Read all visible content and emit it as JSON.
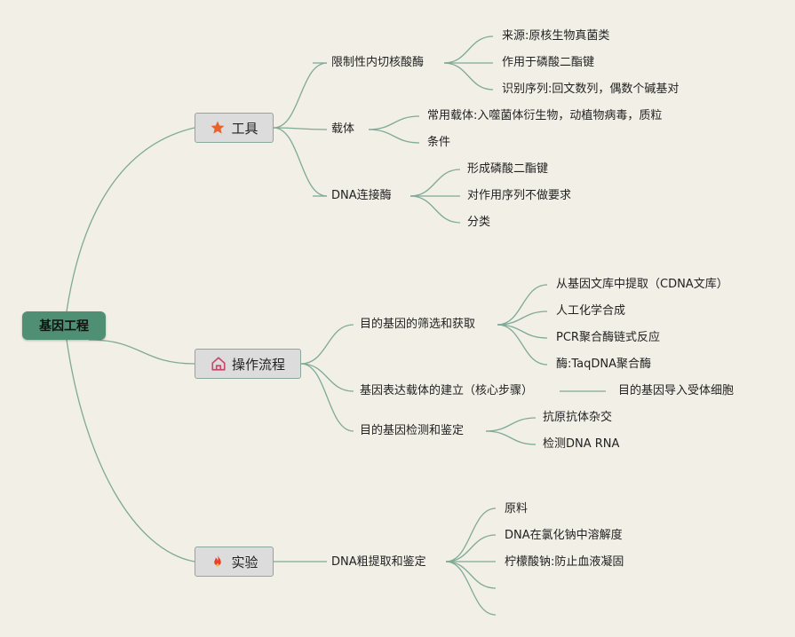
{
  "root": {
    "label": "基因工程"
  },
  "branches": [
    {
      "label": "工具",
      "icon": "star-icon",
      "color": "#e8622c",
      "children": [
        {
          "label": "限制性内切核酸酶",
          "children": [
            "来源:原核生物真菌类",
            "作用于磷酸二酯键",
            "识别序列:回文数列，偶数个碱基对"
          ]
        },
        {
          "label": "载体",
          "children": [
            "常用载体:入噬菌体衍生物，动植物病毒，质粒",
            "条件"
          ]
        },
        {
          "label": "DNA连接酶",
          "children": [
            "形成磷酸二酯键",
            "对作用序列不做要求",
            "分类"
          ]
        }
      ]
    },
    {
      "label": "操作流程",
      "icon": "house-icon",
      "color": "#c9476a",
      "children": [
        {
          "label": "目的基因的筛选和获取",
          "children": [
            "从基因文库中提取（CDNA文库）",
            "人工化学合成",
            "PCR聚合酶链式反应",
            "酶:TaqDNA聚合酶"
          ]
        },
        {
          "label": "基因表达载体的建立（核心步骤）",
          "children": [
            "目的基因导入受体细胞"
          ]
        },
        {
          "label": "目的基因检测和鉴定",
          "children": [
            "抗原抗体杂交",
            "检测DNA RNA"
          ]
        }
      ]
    },
    {
      "label": "实验",
      "icon": "fire-icon",
      "color": "#e8402c",
      "children": [
        {
          "label": "DNA粗提取和鉴定",
          "children": [
            "原料",
            "DNA在氯化钠中溶解度",
            "柠檬酸钠:防止血液凝固",
            "",
            ""
          ]
        }
      ]
    }
  ],
  "colors": {
    "line": "#7faa96",
    "root": "#4f8f73",
    "background": "#f1efe6"
  }
}
